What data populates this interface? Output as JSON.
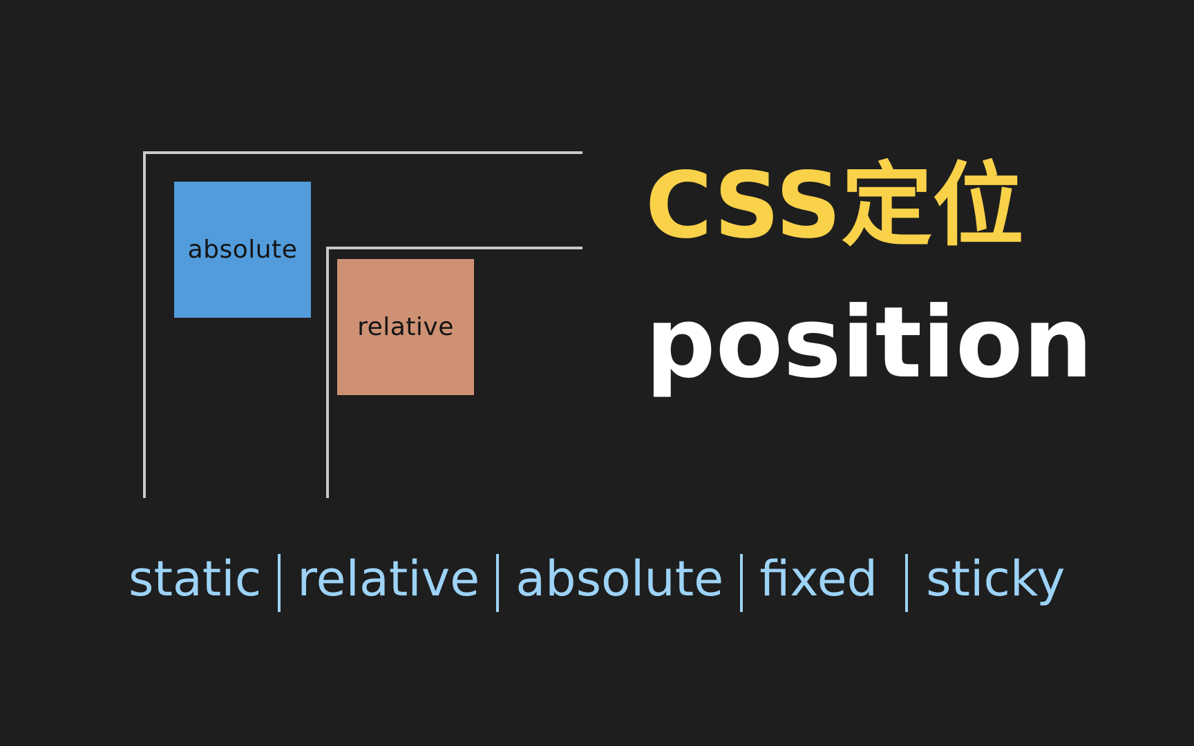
{
  "colors": {
    "background": "#1e1e1e",
    "frame_border": "#c9c9c9",
    "absolute_box": "#529cdc",
    "relative_box": "#cf9174",
    "title_cn": "#fad24a",
    "title_en": "#ffffff",
    "values": "#9dd3f7"
  },
  "diagram": {
    "absolute_box_label": "absolute",
    "relative_box_label": "relative"
  },
  "title": {
    "cn": "CSS定位",
    "en": "position"
  },
  "values": [
    "static",
    "relative",
    "absolute",
    "fixed",
    "sticky"
  ]
}
